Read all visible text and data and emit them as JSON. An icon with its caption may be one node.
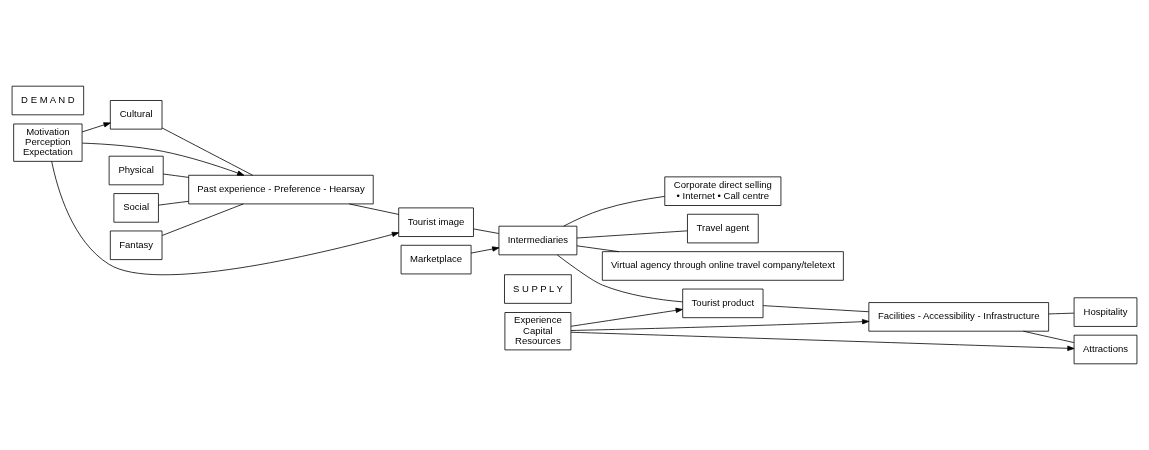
{
  "diagram": {
    "nodes": [
      {
        "text": [
          "D E M A N D"
        ]
      },
      {
        "text": [
          "Motivation",
          "Perception",
          "Expectation"
        ]
      },
      {
        "text": [
          "Cultural"
        ]
      },
      {
        "text": [
          "Physical"
        ]
      },
      {
        "text": [
          "Social"
        ]
      },
      {
        "text": [
          "Fantasy"
        ]
      },
      {
        "text": [
          "Past experience - Preference - Hearsay"
        ]
      },
      {
        "text": [
          "Tourist image"
        ]
      },
      {
        "text": [
          "Marketplace"
        ]
      },
      {
        "text": [
          "Intermediaries"
        ]
      },
      {
        "text": [
          "Corporate direct selling",
          "• Internet • Call centre"
        ]
      },
      {
        "text": [
          "Travel agent"
        ]
      },
      {
        "text": [
          "Virtual agency through online travel company/teletext"
        ]
      },
      {
        "text": [
          "S U P P L Y"
        ]
      },
      {
        "text": [
          "Experience",
          "Capital",
          "Resources"
        ]
      },
      {
        "text": [
          "Tourist product"
        ]
      },
      {
        "text": [
          "Facilities - Accessibility - Infrastructure"
        ]
      },
      {
        "text": [
          "Attractions"
        ]
      },
      {
        "text": [
          "Hospitality"
        ]
      }
    ],
    "edges": [
      {
        "from": 1,
        "to": 2,
        "arrow": "to"
      },
      {
        "from": 2,
        "to": 6,
        "arrow": "none"
      },
      {
        "from": 3,
        "to": 6,
        "arrow": "none"
      },
      {
        "from": 4,
        "to": 6,
        "arrow": "none"
      },
      {
        "from": 5,
        "to": 6,
        "arrow": "none"
      },
      {
        "from": 1,
        "to": 6,
        "arrow": "to"
      },
      {
        "from": 6,
        "to": 7,
        "arrow": "none"
      },
      {
        "from": 1,
        "to": 7,
        "arrow": "to"
      },
      {
        "from": 7,
        "to": 9,
        "arrow": "none"
      },
      {
        "from": 8,
        "to": 9,
        "arrow": "to"
      },
      {
        "from": 9,
        "to": 10,
        "arrow": "none"
      },
      {
        "from": 9,
        "to": 11,
        "arrow": "none"
      },
      {
        "from": 9,
        "to": 12,
        "arrow": "none"
      },
      {
        "from": 9,
        "to": 15,
        "arrow": "none"
      },
      {
        "from": 14,
        "to": 15,
        "arrow": "to"
      },
      {
        "from": 15,
        "to": 16,
        "arrow": "none"
      },
      {
        "from": 14,
        "to": 16,
        "arrow": "to"
      },
      {
        "from": 16,
        "to": 17,
        "arrow": "none"
      },
      {
        "from": 16,
        "to": 18,
        "arrow": "none"
      },
      {
        "from": 14,
        "to": 17,
        "arrow": "to"
      }
    ]
  }
}
